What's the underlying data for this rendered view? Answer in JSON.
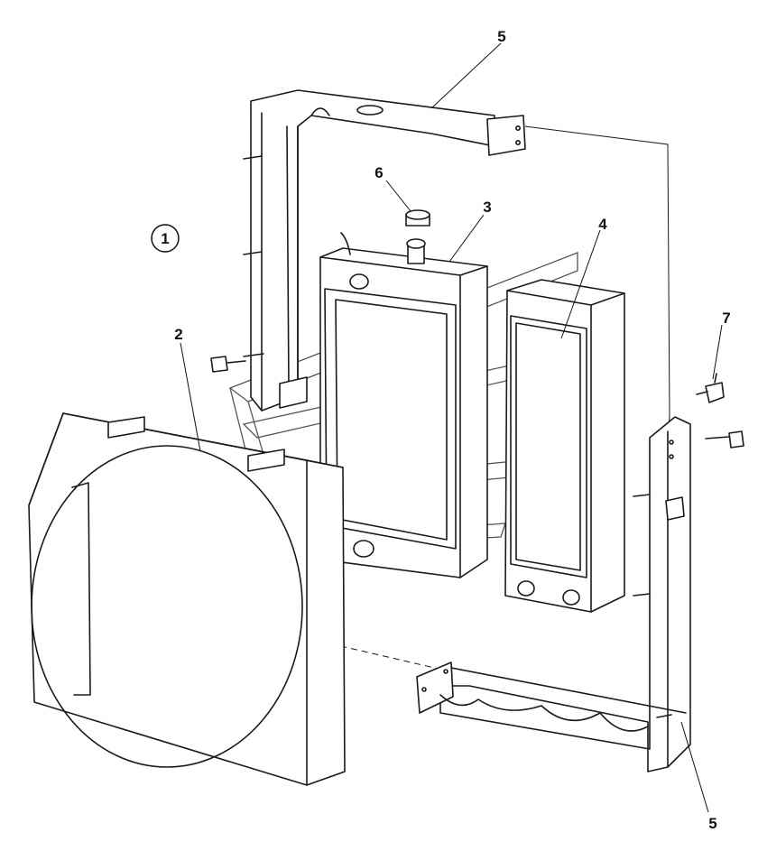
{
  "callouts": {
    "c1": "1",
    "c2": "2",
    "c3": "3",
    "c4": "4",
    "c5_top": "5",
    "c5_bottom": "5",
    "c6": "6",
    "c7": "7"
  },
  "parts": {
    "shroud": "fan-shroud",
    "radiator": "radiator",
    "oil_cooler": "oil-cooler",
    "bracket_top": "upper-bracket",
    "bracket_bottom": "lower-bracket",
    "cap": "radiator-cap",
    "drain_cock": "drain-cock"
  },
  "colors": {
    "line": "#1a1a1a",
    "background": "#ffffff"
  }
}
